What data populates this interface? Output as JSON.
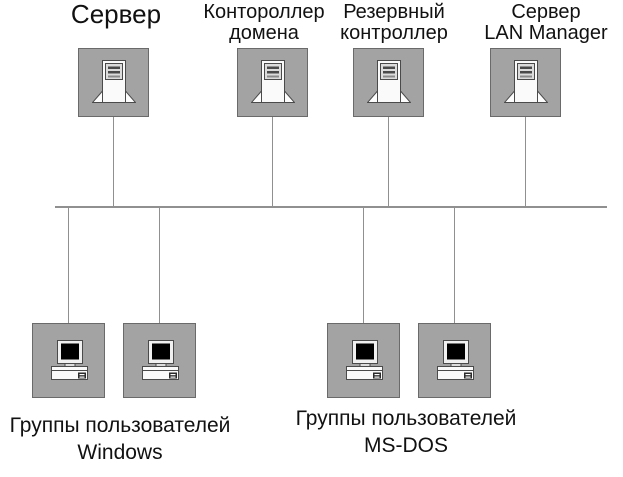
{
  "diagram": {
    "type": "network-topology",
    "top_nodes": [
      {
        "name": "server",
        "lines": [
          "Сервер"
        ]
      },
      {
        "name": "domain-controller",
        "lines": [
          "Контороллер",
          "домена"
        ]
      },
      {
        "name": "backup-controller",
        "lines": [
          "Резервный",
          "контроллер"
        ]
      },
      {
        "name": "lan-manager-server",
        "lines": [
          "Сервер",
          "LAN Manager"
        ]
      }
    ],
    "workstation_groups": [
      {
        "name": "windows-users",
        "lines": [
          "Группы пользователей",
          "Windows"
        ]
      },
      {
        "name": "msdos-users",
        "lines": [
          "Группы пользователей",
          "MS-DOS"
        ]
      }
    ],
    "icons": {
      "server": "server-tower-icon",
      "workstation": "desktop-computer-icon"
    },
    "colors": {
      "node_fill": "#a3a3a3",
      "node_border": "#6a6a6a",
      "line": "#909090",
      "text": "#111111",
      "background": "#ffffff"
    }
  }
}
